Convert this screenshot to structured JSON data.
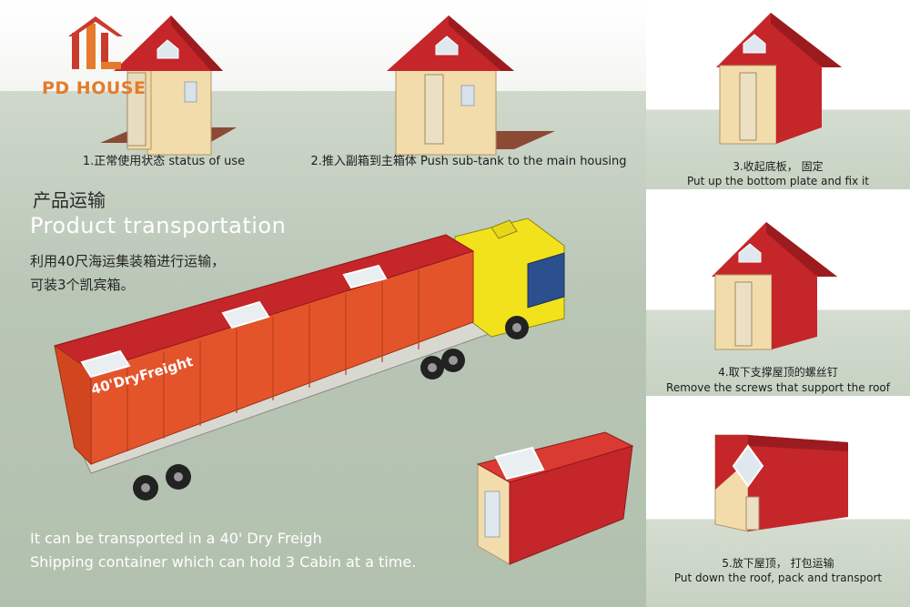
{
  "brand": {
    "name": "PD HOUSE",
    "color": "#e57b2a"
  },
  "steps": [
    {
      "label": "1.正常使用状态  status of use"
    },
    {
      "label": "2.推入副箱到主箱体 Push sub-tank to the main housing"
    },
    {
      "label_cn": "3.收起底板，  固定",
      "label_en": "Put up the bottom plate and fix it"
    },
    {
      "label_cn": "4.取下支撑屋顶的螺丝钉",
      "label_en": "Remove the screws that support the roof"
    },
    {
      "label_cn": "5.放下屋顶，  打包运输",
      "label_en": "Put down the roof, pack and transport"
    }
  ],
  "main": {
    "title_cn": "产品运输",
    "title_en": "Product transportation",
    "desc_line1": "利用40尺海运集装箱进行运输，",
    "desc_line2": "可装3个凯宾箱。",
    "container_label": "40'DryFreight",
    "bottom_line1": "It can be transported in a 40' Dry Freigh",
    "bottom_line2": "Shipping container which can hold 3 Cabin at a time."
  },
  "colors": {
    "roof_red": "#c5262a",
    "wall_beige": "#f3dcac",
    "container_orange": "#e4542a",
    "truck_yellow": "#f2e21c"
  }
}
